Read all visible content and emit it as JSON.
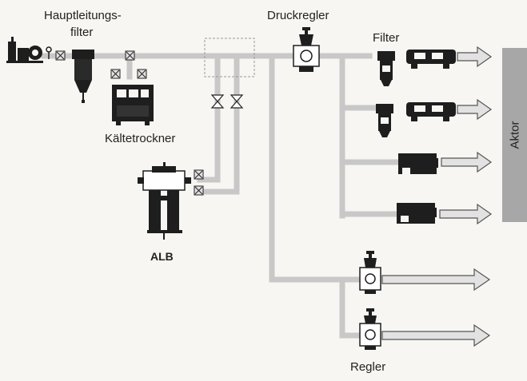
{
  "labels": {
    "main_filter_line1": "Hauptleitungs-",
    "main_filter_line2": "filter",
    "pressure_regulator": "Druckregler",
    "filter": "Filter",
    "refrigerant_dryer": "Kältetrockner",
    "alb": "ALB",
    "regulator": "Regler",
    "actuator": "Aktor"
  },
  "colors": {
    "pipe": "#c8c8c8",
    "component_dark": "#1e1e1e",
    "actuator_bar": "#a7a7a7",
    "background": "#f7f6f2"
  }
}
